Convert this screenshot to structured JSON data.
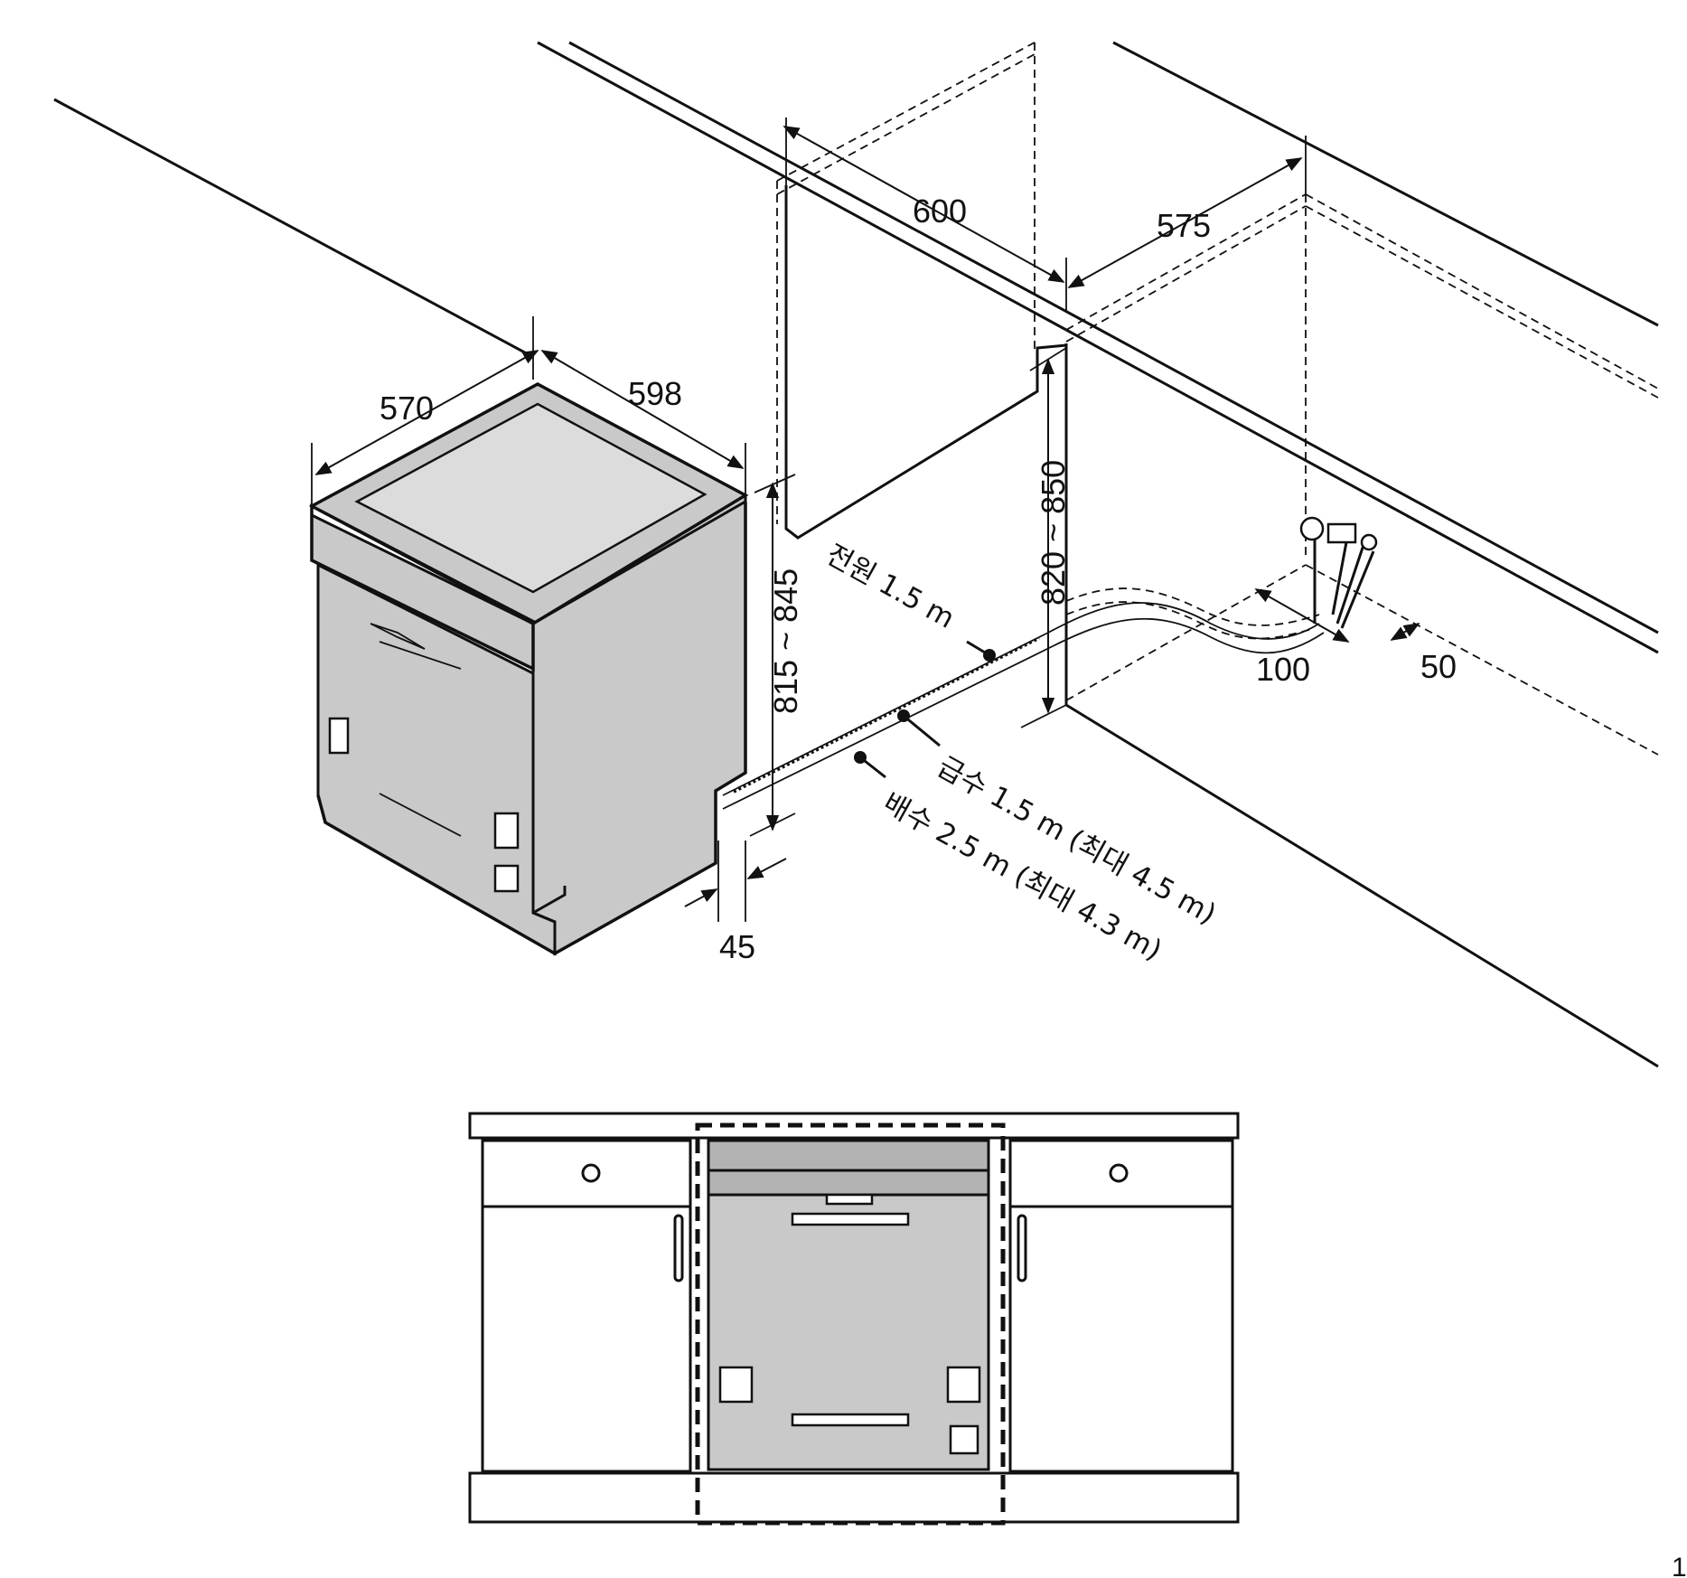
{
  "dimensions": {
    "depth": "570",
    "width": "598",
    "niche_width": "600",
    "niche_depth": "575",
    "appliance_height": "815 ~ 845",
    "niche_height": "820 ~ 850",
    "hose_offset_a": "100",
    "hose_offset_b": "50",
    "plinth": "45"
  },
  "labels": {
    "power": "전원 1.5 m",
    "water_inlet": "급수 1.5 m (최대 4.5 m)",
    "drain": "배수 2.5 m (최대 4.3 m)"
  },
  "page_number": "1"
}
